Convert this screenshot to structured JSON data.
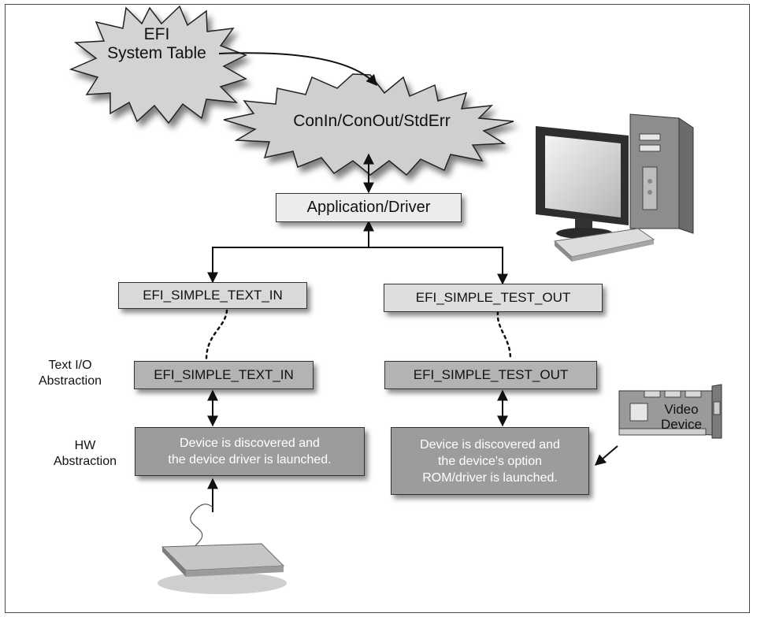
{
  "diagram": {
    "system_table": "EFI\nSystem Table",
    "console_burst": "ConIn/ConOut/StdErr",
    "app_driver": "Application/Driver",
    "text_in_upper": "EFI_SIMPLE_TEXT_IN",
    "text_out_upper": "EFI_SIMPLE_TEST_OUT",
    "text_in_lower": "EFI_SIMPLE_TEXT_IN",
    "text_out_lower": "EFI_SIMPLE_TEST_OUT",
    "left_device_text": "Device is discovered and\nthe device driver is launched.",
    "right_device_text": "Device is discovered and\nthe device's option\nROM/driver is launched.",
    "label_text_io": "Text I/O\nAbstraction",
    "label_hw": "HW\nAbstraction",
    "video_card_label": "Video\nDevice"
  },
  "icons": {
    "computer": "desktop-computer-icon",
    "keyboard": "keyboard-icon",
    "video_card": "video-card-icon"
  },
  "colors": {
    "box_fill": "#d9d9d9",
    "box_fill_dark": "#b3b3b3",
    "device_box_fill": "#9c9c9c",
    "burst_fill": "#d0d0d0",
    "line": "#111111"
  }
}
